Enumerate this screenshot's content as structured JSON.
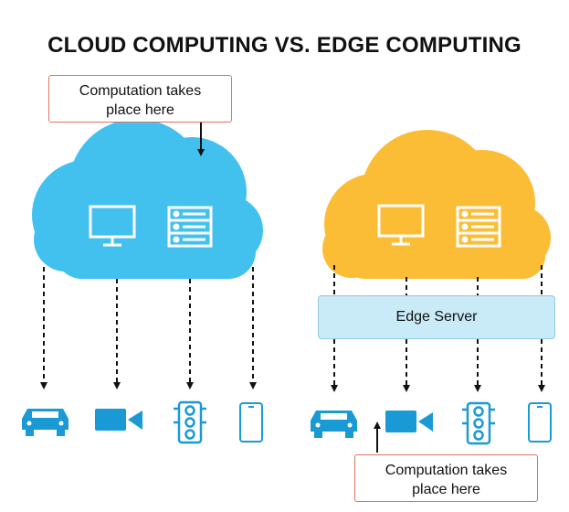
{
  "title": "CLOUD COMPUTING VS. EDGE COMPUTING",
  "cloud_callout": {
    "line1": "Computation takes",
    "line2": "place here"
  },
  "edge_callout": {
    "line1": "Computation takes",
    "line2": "place here"
  },
  "edge_server_label": "Edge Server",
  "colors": {
    "cloud": "#42c1ef",
    "edge_cloud": "#fbbd35",
    "device": "#1a9ad4",
    "edge_server_fill": "#c9eaf7",
    "callout_border": "#e2725f"
  },
  "icons": [
    "monitor-icon",
    "server-rack-icon",
    "car-icon",
    "video-camera-icon",
    "traffic-light-icon",
    "smartphone-icon"
  ]
}
